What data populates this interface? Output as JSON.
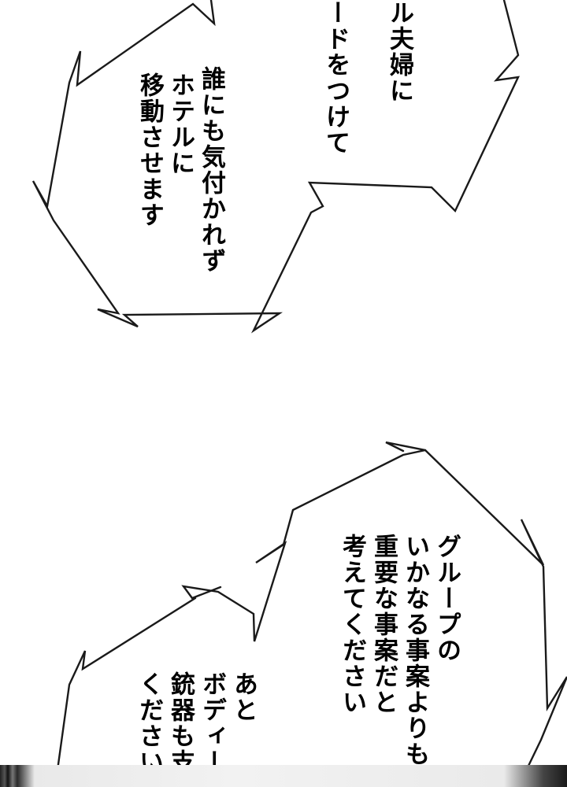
{
  "colors": {
    "background": "#ffffff",
    "text": "#000000",
    "balloon_outline": "#1a1a1a"
  },
  "balloon_top": {
    "lines": [
      "ル夫婦に",
      "ードをつけて",
      "誰にも気付かれず",
      "ホテルに",
      "移動させます"
    ]
  },
  "balloon_right": {
    "lines": [
      "グループの",
      "いかなる事案よりも",
      "重要な事案だと",
      "考えてください"
    ]
  },
  "balloon_left": {
    "lines": [
      "あと",
      "ボディーガ",
      "銃器も支給",
      "ください"
    ]
  }
}
